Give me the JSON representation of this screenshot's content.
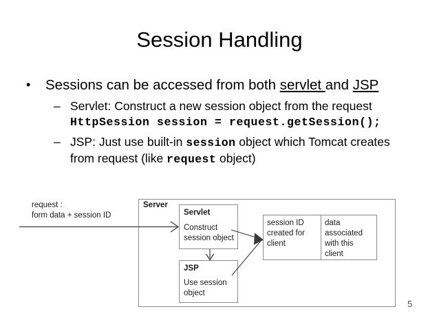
{
  "slide": {
    "title": "Session Handling",
    "page_number": "5"
  },
  "bullets": {
    "level1": {
      "marker": "•",
      "text_before": "Sessions can be accessed from both ",
      "underlined_1": "servlet ",
      "text_middle": "and ",
      "underlined_2": "JSP"
    },
    "sub_items": [
      {
        "marker": "–",
        "line1": "Servlet: Construct a new session object from the request",
        "code_line": "HttpSession session = request.getSession();"
      },
      {
        "marker": "–",
        "line1_part1": "JSP: Just use built-in ",
        "line1_code": "session",
        "line1_part2": " object which Tomcat creates",
        "line2_part1": "from request (like ",
        "line2_code": "request",
        "line2_part2": " object)"
      }
    ]
  },
  "diagram": {
    "request_label": "request :\nform data + session ID",
    "server_label": "Server",
    "servlet": {
      "title": "Servlet",
      "body": "Construct\nsession object"
    },
    "jsp": {
      "title": "JSP",
      "body": "Use session\nobject"
    },
    "session_table": {
      "cells": [
        "session ID\ncreated for\nclient",
        "data\nassociated\nwith this\nclient"
      ]
    },
    "colors": {
      "box_stroke": "#8c8c8c",
      "arrow_stroke": "#3a3a3a",
      "text": "#1a1a1a"
    }
  }
}
